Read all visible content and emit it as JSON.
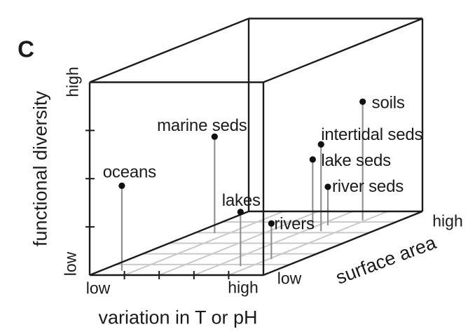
{
  "panel_label": "C",
  "colors": {
    "line": "#1b1b1b",
    "grid": "#c9c9c9",
    "stem": "#8e8e8e",
    "dot": "#111111",
    "text": "#1b1b1b",
    "background": "#ffffff"
  },
  "chart_data": {
    "type": "scatter",
    "projection": "3d",
    "title": "",
    "panel": "C",
    "grid": "floor grid on",
    "axes": {
      "x": {
        "label": "variation in T or pH",
        "ticks": [
          "low",
          "high"
        ],
        "range": [
          0,
          1
        ]
      },
      "y": {
        "label": "functional diversity",
        "ticks": [
          "low",
          "high"
        ],
        "range": [
          0,
          1
        ]
      },
      "z": {
        "label": "surface area",
        "ticks": [
          "low",
          "high"
        ],
        "range": [
          0,
          1
        ]
      }
    },
    "points": [
      {
        "name": "oceans",
        "variation": 0.121,
        "surface_area": 0.07,
        "functional_diversity": 0.44,
        "label_anchor": "middle",
        "label_dx": 11,
        "label_dy": -12
      },
      {
        "name": "marine seds",
        "variation": 0.115,
        "surface_area": 0.66,
        "functional_diversity": 0.5,
        "label_anchor": "middle",
        "label_dx": -18,
        "label_dy": -8
      },
      {
        "name": "lakes",
        "variation": 0.74,
        "surface_area": 0.14,
        "functional_diversity": 0.281,
        "label_anchor": "middle",
        "label_dx": 1,
        "label_dy": -9
      },
      {
        "name": "rivers",
        "variation": 0.817,
        "surface_area": 0.25,
        "functional_diversity": 0.185,
        "label_anchor": "start",
        "label_dx": 4,
        "label_dy": 8
      },
      {
        "name": "lake seds",
        "variation": 0.62,
        "surface_area": 0.725,
        "functional_diversity": 0.36,
        "label_anchor": "start",
        "label_dx": 12,
        "label_dy": 9
      },
      {
        "name": "intertidal seds",
        "variation": 0.7,
        "surface_area": 0.69,
        "functional_diversity": 0.45,
        "label_anchor": "start",
        "label_dx": 0,
        "label_dy": -6
      },
      {
        "name": "river seds",
        "variation": 0.657,
        "surface_area": 0.78,
        "functional_diversity": 0.2,
        "label_anchor": "start",
        "label_dx": 6,
        "label_dy": 7
      },
      {
        "name": "soils",
        "variation": 0.784,
        "surface_area": 0.86,
        "functional_diversity": 0.615,
        "label_anchor": "start",
        "label_dx": 13,
        "label_dy": 9
      }
    ]
  }
}
